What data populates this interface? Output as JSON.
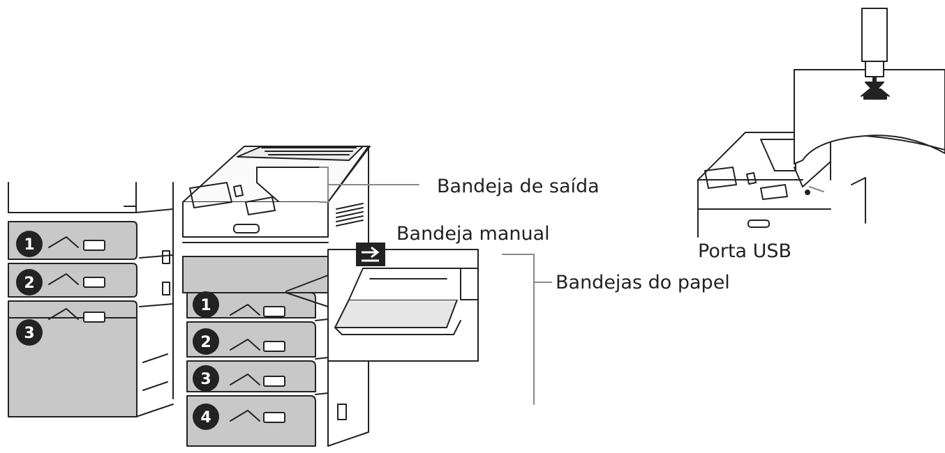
{
  "labels": {
    "output_tray": "Bandeja de saída",
    "bypass_tray": "Bandeja manual",
    "paper_trays": "Bandejas do papel",
    "usb_port": "Porta USB"
  },
  "left_unit_badges": [
    "1",
    "2",
    "3"
  ],
  "center_unit_badges": [
    "1",
    "2",
    "3",
    "4"
  ],
  "colors": {
    "line": "#222222",
    "tray_fill": "#c8c8c8",
    "tray_fill_light": "#e6e6e6",
    "badge": "#222222",
    "leader": "#888888"
  }
}
